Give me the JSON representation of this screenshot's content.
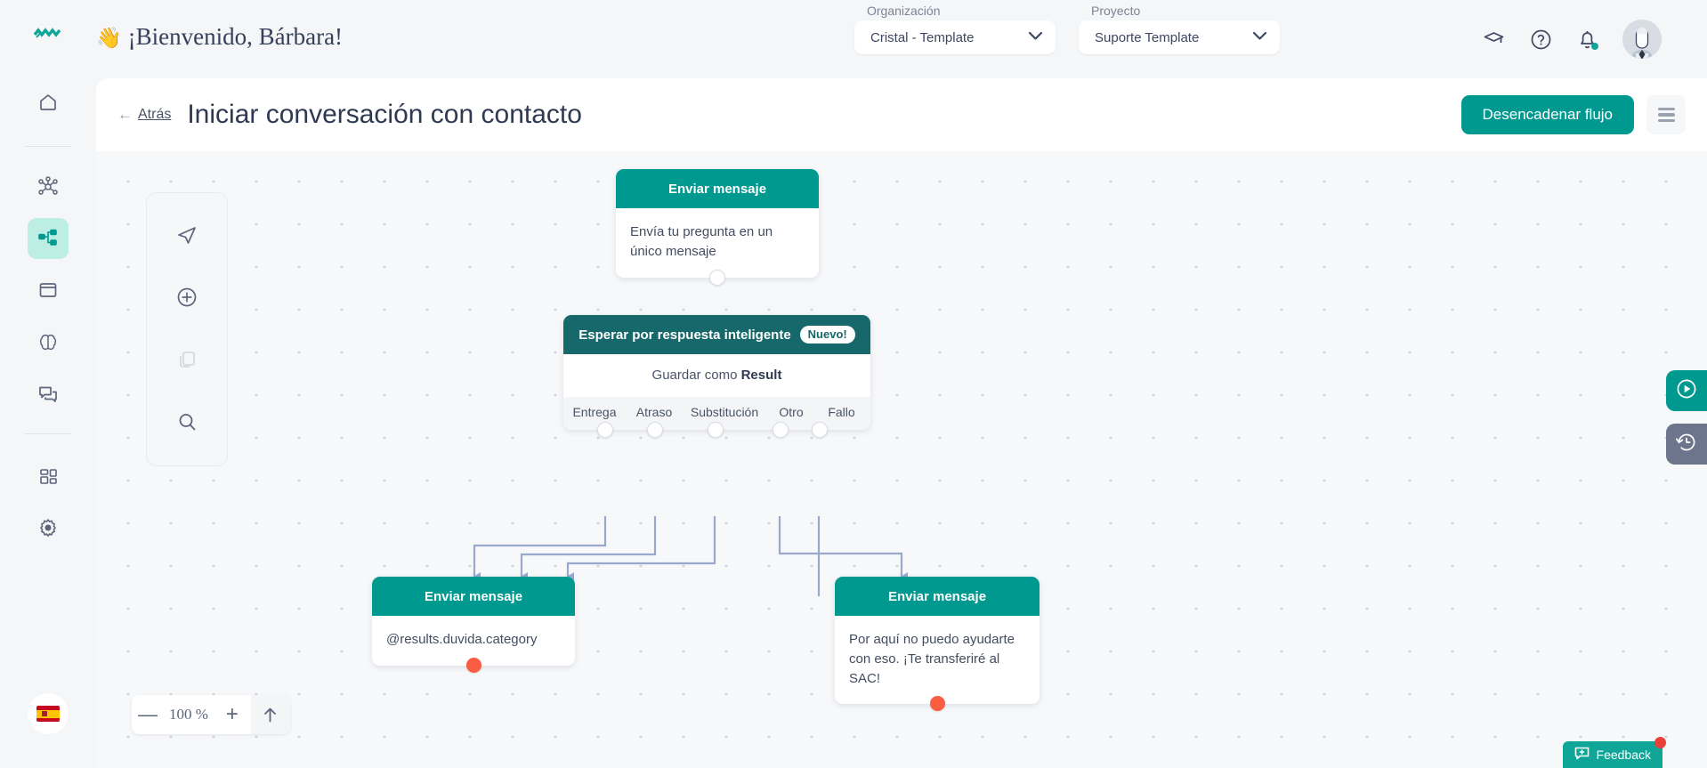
{
  "app": {
    "logo_icon": "zigzag-logo",
    "accent": "#00998f",
    "dark_accent": "#16686a",
    "canvas_bg": "#f7f8fa",
    "port_red": "#fb5d43"
  },
  "header": {
    "greeting_emoji": "👋",
    "greeting": "¡Bienvenido, Bárbara!",
    "org": {
      "label": "Organización",
      "value": "Cristal - Template"
    },
    "project": {
      "label": "Proyecto",
      "value": "Suporte Template"
    },
    "icons": [
      "graduation-cap-icon",
      "help-circle-icon",
      "bell-icon",
      "avatar"
    ]
  },
  "sidebar": {
    "items": [
      {
        "name": "home",
        "icon": "home-icon",
        "active": false
      },
      {
        "name": "hub",
        "icon": "network-hub-icon",
        "active": false
      },
      {
        "name": "flows",
        "icon": "flow-nodes-icon",
        "active": true
      },
      {
        "name": "windows",
        "icon": "window-icon",
        "active": false
      },
      {
        "name": "ai",
        "icon": "brain-icon",
        "active": false
      },
      {
        "name": "chats",
        "icon": "chat-bubbles-icon",
        "active": false
      },
      {
        "name": "dashboard",
        "icon": "dashboard-grid-icon",
        "active": false
      },
      {
        "name": "settings",
        "icon": "gear-icon",
        "active": false
      }
    ],
    "language_flag": "spain-flag-icon"
  },
  "page": {
    "back_label": "Atrás",
    "back_arrow": "←",
    "title": "Iniciar conversación con contacto",
    "primary_button": "Desencadenar flujo",
    "menu_icon": "hamburger-menu-icon"
  },
  "palette": {
    "tools": [
      {
        "name": "pointer",
        "icon": "cursor-arrow-icon",
        "disabled": false
      },
      {
        "name": "add-node",
        "icon": "plus-circle-icon",
        "disabled": false
      },
      {
        "name": "duplicate",
        "icon": "copy-icon",
        "disabled": true
      },
      {
        "name": "search",
        "icon": "search-icon",
        "disabled": false
      }
    ]
  },
  "zoom_bar": {
    "minus": "—",
    "level": "100 %",
    "plus": "+",
    "fit_icon": "arrow-up-icon"
  },
  "flow": {
    "nodes": [
      {
        "id": "send-1",
        "type": "send-message",
        "title": "Enviar mensaje",
        "body": "Envía tu pregunta en un único mensaje",
        "header_color": "#00998f"
      },
      {
        "id": "wait-smart",
        "type": "wait-smart-reply",
        "title": "Esperar por respuesta inteligente",
        "badge": "Nuevo!",
        "save_prefix": "Guardar como",
        "save_var": "Result",
        "outputs": [
          "Entrega",
          "Atraso",
          "Substitución",
          "Otro",
          "Fallo"
        ],
        "header_color": "#16686a"
      },
      {
        "id": "send-2",
        "type": "send-message",
        "title": "Enviar mensaje",
        "body": "@results.duvida.category",
        "header_color": "#00998f"
      },
      {
        "id": "send-3",
        "type": "send-message",
        "title": "Enviar mensaje",
        "body": "Por aquí no puedo ayudarte con eso. ¡Te transferiré al SAC!",
        "header_color": "#00998f"
      }
    ]
  },
  "float_buttons": [
    {
      "name": "run-flow",
      "icon": "play-circle-icon",
      "color": "#00998f"
    },
    {
      "name": "history",
      "icon": "clock-rewind-icon",
      "color": "#6c758c"
    }
  ],
  "feedback": {
    "label": "Feedback",
    "icon": "feedback-bubble-icon",
    "has_badge": true
  }
}
